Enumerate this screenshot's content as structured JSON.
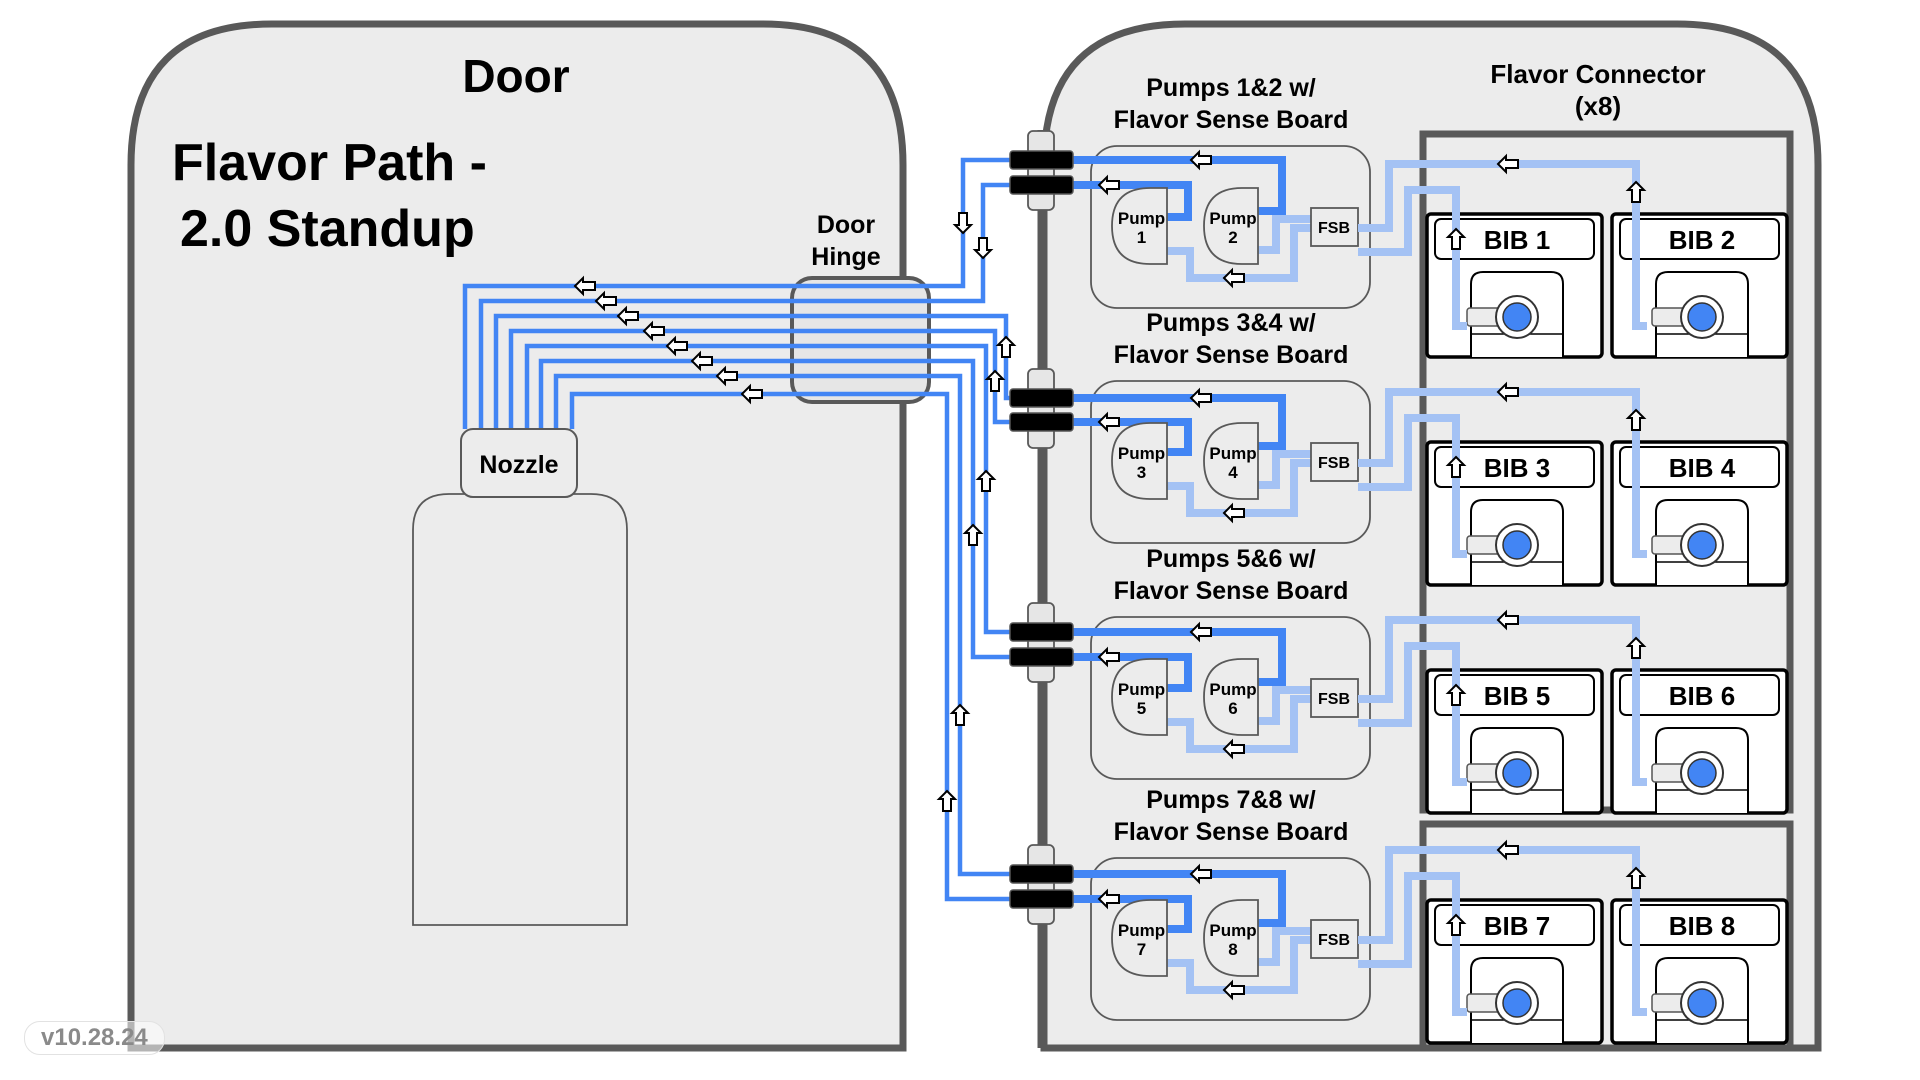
{
  "title": "Flavor Path - 2.0 Standup",
  "title_lines": [
    "Flavor Path -",
    "2.0 Standup"
  ],
  "door": {
    "label": "Door"
  },
  "door_hinge": {
    "label_lines": [
      "Door",
      "Hinge"
    ]
  },
  "nozzle": {
    "label": "Nozzle"
  },
  "flavor_connector": {
    "label_lines": [
      "Flavor Connector",
      "(x8)"
    ]
  },
  "pump_modules": [
    {
      "title_lines": [
        "Pumps 1&2 w/",
        "Flavor Sense Board"
      ],
      "pumps": [
        {
          "line1": "Pump",
          "line2": "1"
        },
        {
          "line1": "Pump",
          "line2": "2"
        }
      ],
      "fsb": "FSB"
    },
    {
      "title_lines": [
        "Pumps 3&4 w/",
        "Flavor Sense Board"
      ],
      "pumps": [
        {
          "line1": "Pump",
          "line2": "3"
        },
        {
          "line1": "Pump",
          "line2": "4"
        }
      ],
      "fsb": "FSB"
    },
    {
      "title_lines": [
        "Pumps 5&6 w/",
        "Flavor Sense Board"
      ],
      "pumps": [
        {
          "line1": "Pump",
          "line2": "5"
        },
        {
          "line1": "Pump",
          "line2": "6"
        }
      ],
      "fsb": "FSB"
    },
    {
      "title_lines": [
        "Pumps 7&8 w/",
        "Flavor Sense Board"
      ],
      "pumps": [
        {
          "line1": "Pump",
          "line2": "7"
        },
        {
          "line1": "Pump",
          "line2": "8"
        }
      ],
      "fsb": "FSB"
    }
  ],
  "bibs": [
    {
      "label": "BIB 1"
    },
    {
      "label": "BIB 2"
    },
    {
      "label": "BIB 3"
    },
    {
      "label": "BIB 4"
    },
    {
      "label": "BIB 5"
    },
    {
      "label": "BIB 6"
    },
    {
      "label": "BIB 7"
    },
    {
      "label": "BIB 8"
    }
  ],
  "version": "v10.28.24",
  "colors": {
    "dispense_tube": "#4285f4",
    "supply_tube": "#a4c2f4",
    "outline": "#595959",
    "panel_fill": "#ececec",
    "bib_fitting": "#4285f4"
  }
}
